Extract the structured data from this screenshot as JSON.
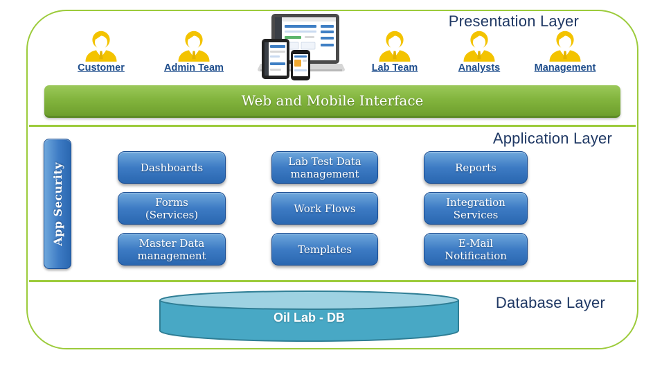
{
  "presentation": {
    "title": "Presentation Layer",
    "interface_bar": "Web and Mobile Interface",
    "users": [
      {
        "label": "Customer"
      },
      {
        "label": "Admin Team"
      },
      {
        "label": "Lab Team"
      },
      {
        "label": "Analysts"
      },
      {
        "label": "Management"
      }
    ],
    "devices_icon": "laptop-tablet-smartphone"
  },
  "application": {
    "title": "Application Layer",
    "security_bar": "App Security",
    "modules": [
      {
        "label": "Dashboards"
      },
      {
        "label": "Lab Test Data\nmanagement"
      },
      {
        "label": "Reports"
      },
      {
        "label": "Forms\n(Services)"
      },
      {
        "label": "Work Flows"
      },
      {
        "label": "Integration\nServices"
      },
      {
        "label": "Master Data\nmanagement"
      },
      {
        "label": "Templates"
      },
      {
        "label": "E-Mail\nNotification"
      }
    ]
  },
  "database": {
    "title": "Database Layer",
    "db_name": "Oil Lab - DB"
  },
  "colors": {
    "frame_border_green": "#9CCB3B",
    "interface_bar_green": "#83B53E",
    "module_blue_top": "#6FA8DC",
    "module_blue_bottom": "#2A67B0",
    "module_border": "#1C4F94",
    "title_navy": "#1F3864",
    "user_label_blue": "#1F4E8C",
    "person_icon_gold": "#F3C300",
    "db_body_teal": "#48A8C5",
    "db_top_teal": "#9ED2E2",
    "db_border_teal": "#2F7E95"
  }
}
